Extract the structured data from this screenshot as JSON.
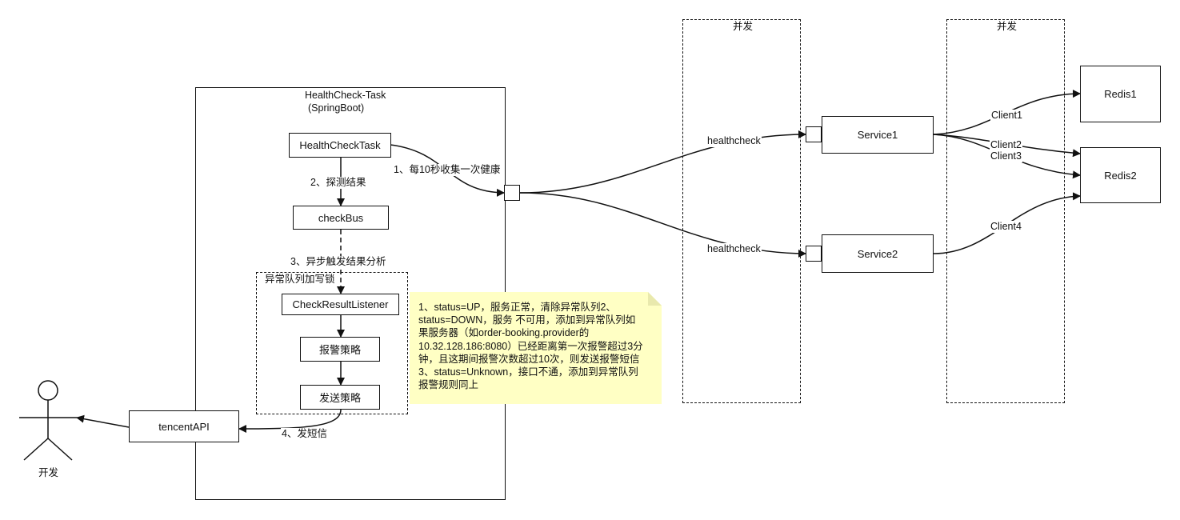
{
  "actor": {
    "label": "开发"
  },
  "task": {
    "title": "HealthCheck-Task",
    "subtitle": "(SpringBoot)"
  },
  "nodes": {
    "health_check_task": "HealthCheckTask",
    "check_bus": "checkBus",
    "check_result_listener": "CheckResultListener",
    "alarm_strategy": "报警策略",
    "send_strategy": "发送策略",
    "tencent_api": "tencentAPI",
    "service1": "Service1",
    "service2": "Service2",
    "redis1": "Redis1",
    "redis2": "Redis2"
  },
  "groups": {
    "exception_queue": "异常队列加写锁",
    "concurrent_1": "并发",
    "concurrent_2": "并发"
  },
  "edges": {
    "collect": "1、每10秒收集一次健康",
    "probe_result": "2、探测结果",
    "async_trigger": "3、异步触发结果分析",
    "send_sms": "4、发短信",
    "healthcheck_1": "healthcheck",
    "healthcheck_2": "healthcheck",
    "client1": "Client1",
    "client2": "Client2",
    "client3": "Client3",
    "client4": "Client4"
  },
  "note": {
    "lines": [
      "1、status=UP，服务正常，清除异常队列2、",
      "status=DOWN，服务 不可用，添加到异常队列如",
      "果服务器（如order-booking.provider的",
      "10.32.128.186:8080）已经距离第一次报警超过3分",
      "钟，且这期间报警次数超过10次，则发送报警短信",
      "3、status=Unknown，接口不通，添加到异常队列",
      "报警规则同上"
    ],
    "fill_color": "#ffffc4"
  }
}
